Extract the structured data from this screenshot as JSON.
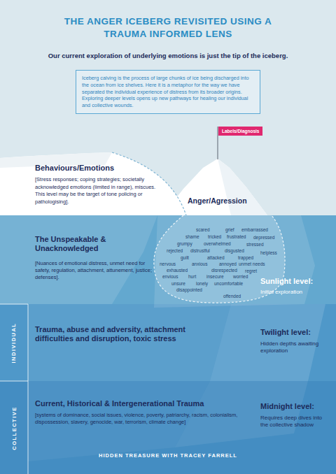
{
  "diagram": {
    "title": "THE ANGER ICEBERG REVISITED USING A TRAUMA INFORMED LENS",
    "caption": "Our current exploration of underlying emotions is just the tip of the iceberg.",
    "nodes": [
      {
        "text": [
          "Iceberg calving is the process of large chunks of ice being discharged into the ocean from ice shelves. Here it is a metaphor for the way we have separated the individual experience of distress from its broader origins. Exploring deeper levels opens up new pathways for healing our individual and collective wounds."
        ]
      },
      {
        "text": [
          "Labels/Diagnosis"
        ]
      },
      {
        "text": [
          "The Unspeakable & Unacknowledged",
          "[Nuances of emotional distress, unmet need for safety, regulation, attachment, attunement, justice; defenses].",
          "Sunlight level:",
          "Initial exploration"
        ]
      },
      {
        "text": [
          "scared",
          "grief",
          "embarrassed",
          "shame",
          "tricked",
          "frustrated",
          "depressed",
          "grumpy",
          "overwhelmed",
          "stressed",
          "rejected",
          "distrustful",
          "disgusted",
          "helpless",
          "guilt",
          "attacked",
          "trapped",
          "nervous",
          "anxious",
          "annoyed",
          "unmet needs",
          "exhausted",
          "disrespected",
          "regret",
          "envious",
          "hurt",
          "insecure",
          "worried",
          "unsure",
          "lonely",
          "uncomfortable",
          "disappointed",
          "offended"
        ],
        "in": 2
      },
      {
        "text": [
          "Trauma, abuse and adversity, attachment difficulties and disruption, toxic stress",
          "Twilight level:",
          "Hidden depths awaiting exploration"
        ]
      },
      {
        "text": [
          "Current, Historical & Intergenerational Trauma",
          "[systems of dominance, social issues, violence, poverty, patriarchy, racism, colonialism, dispossession, slavery, genocide, war, terrorism, climate change]",
          "Midnight level:",
          "Requires deep dives into the collective shadow"
        ]
      }
    ],
    "labels": [
      "Behaviours/Emotions",
      "[Stress responses; coping strategies; societally acknowledged emotions (limited in range), miscues. This level may be the target of tone policing or pathologising].",
      "Anger/Agression",
      "INDIVIDUAL",
      "COLLECTIVE",
      "HIDDEN TREASURE WITH TRACEY FARRELL"
    ]
  }
}
